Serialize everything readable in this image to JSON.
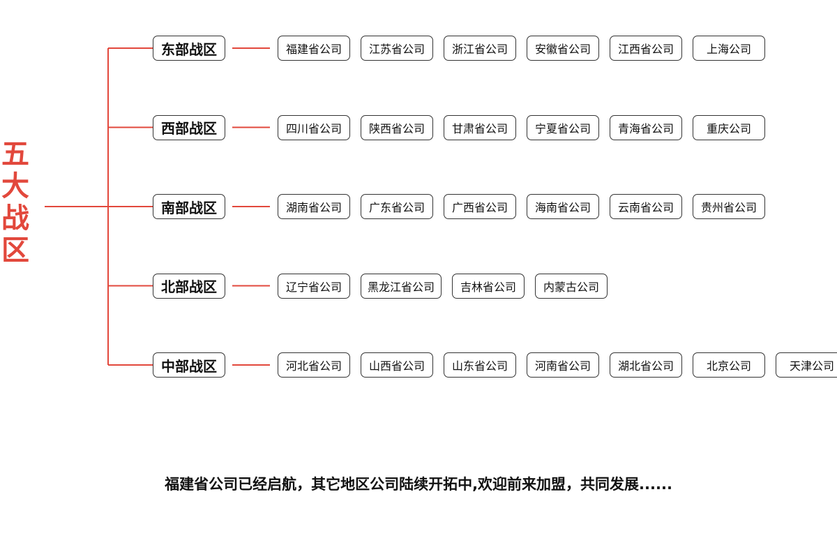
{
  "root": {
    "title_chars": [
      "五",
      "大",
      "战",
      "区"
    ]
  },
  "colors": {
    "accent": "#e2483c",
    "border": "#333333",
    "text": "#111111"
  },
  "regions": [
    {
      "name": "东部战区",
      "companies": [
        "福建省公司",
        "江苏省公司",
        "浙江省公司",
        "安徽省公司",
        "江西省公司",
        "上海公司"
      ]
    },
    {
      "name": "西部战区",
      "companies": [
        "四川省公司",
        "陕西省公司",
        "甘肃省公司",
        "宁夏省公司",
        "青海省公司",
        "重庆公司"
      ]
    },
    {
      "name": "南部战区",
      "companies": [
        "湖南省公司",
        "广东省公司",
        "广西省公司",
        "海南省公司",
        "云南省公司",
        "贵州省公司"
      ]
    },
    {
      "name": "北部战区",
      "companies": [
        "辽宁省公司",
        "黑龙江省公司",
        "吉林省公司",
        "内蒙古公司"
      ]
    },
    {
      "name": "中部战区",
      "companies": [
        "河北省公司",
        "山西省公司",
        "山东省公司",
        "河南省公司",
        "湖北省公司",
        "北京公司",
        "天津公司"
      ]
    }
  ],
  "footer": {
    "text": "福建省公司已经启航，其它地区公司陆续开拓中,欢迎前来加盟，共同发展......"
  }
}
